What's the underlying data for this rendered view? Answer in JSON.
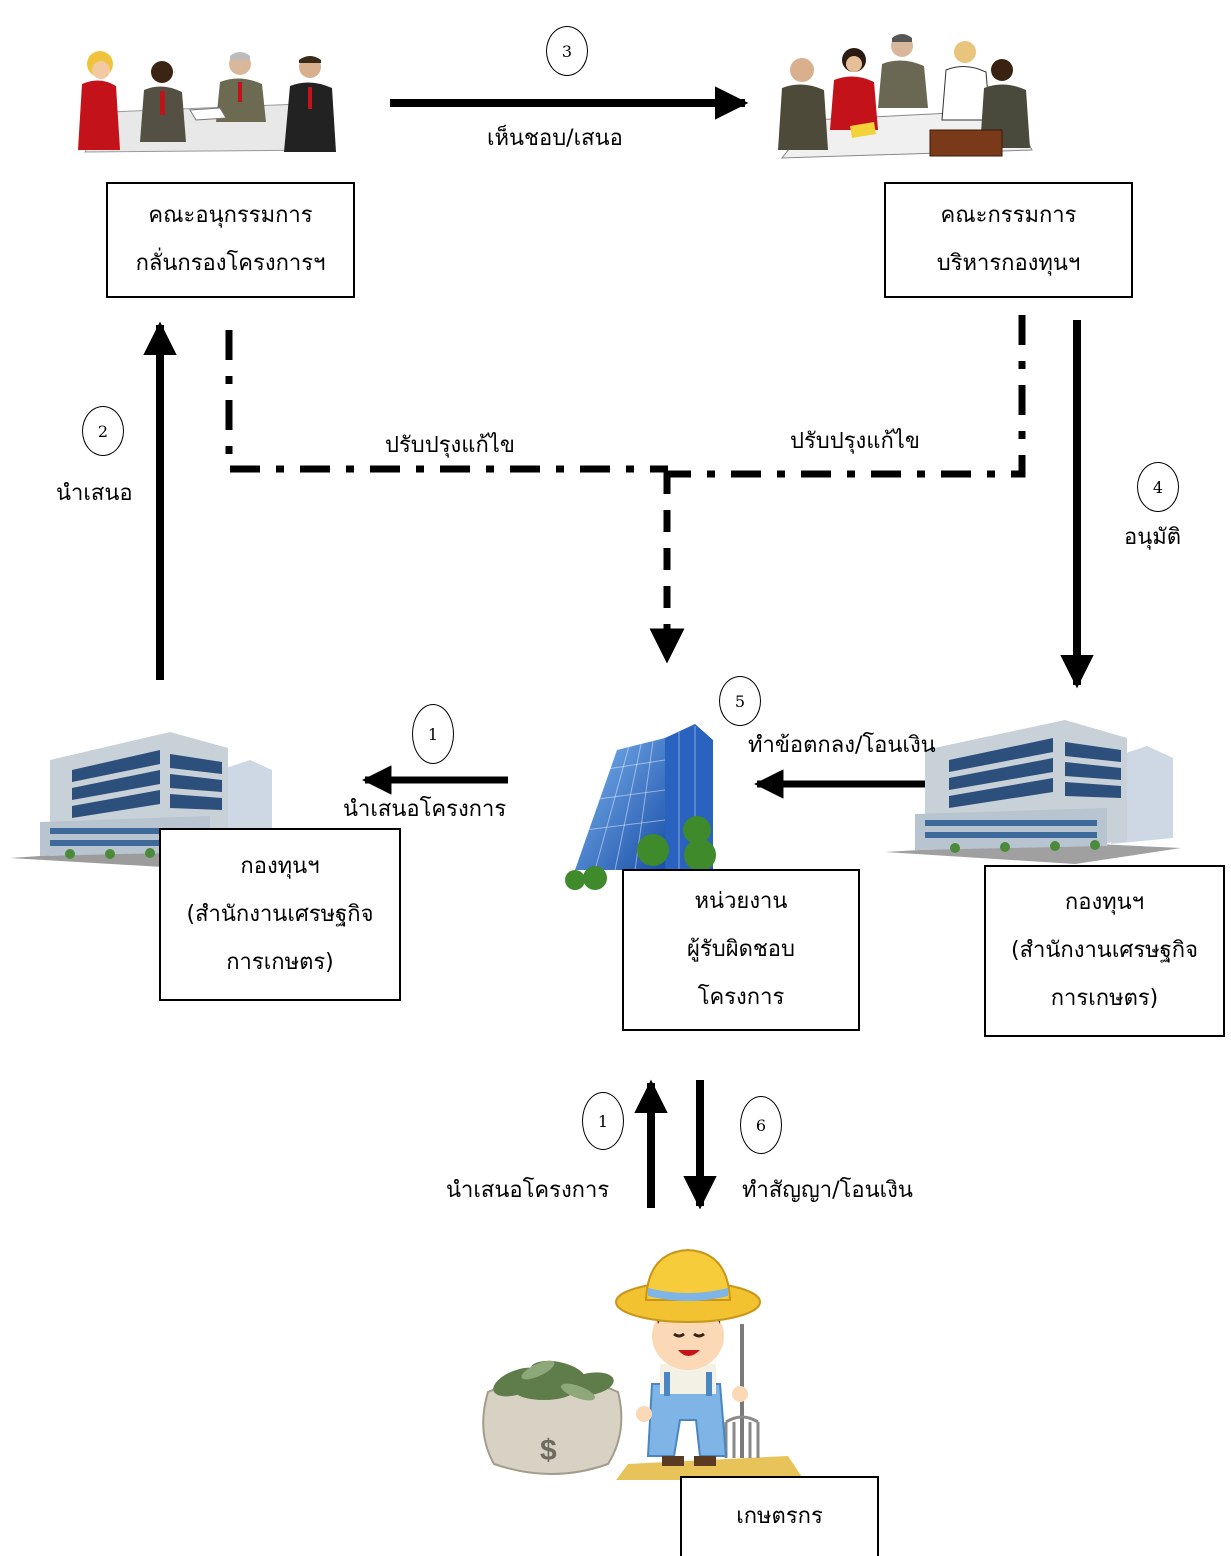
{
  "boxes": {
    "subcommittee": [
      "คณะอนุกรรมการ",
      "กลั่นกรองโครงการฯ"
    ],
    "committee": [
      "คณะกรรมการ",
      "บริหารกองทุนฯ"
    ],
    "fund_left": [
      "กองทุนฯ",
      "(สำนักงานเศรษฐกิจ",
      "การเกษตร)"
    ],
    "agency": [
      "หน่วยงาน",
      "ผู้รับผิดชอบ",
      "โครงการ"
    ],
    "fund_right": [
      "กองทุนฯ",
      "(สำนักงานเศรษฐกิจ",
      "การเกษตร)"
    ],
    "farmer": [
      "เกษตรกร"
    ]
  },
  "labels": {
    "approve_propose": "เห็นชอบ/เสนอ",
    "present": "นำเสนอ",
    "revise_left": "ปรับปรุงแก้ไข",
    "revise_right": "ปรับปรุงแก้ไข",
    "approve": "อนุมัติ",
    "propose_project_top": "นำเสนอโครงการ",
    "agreement_transfer": "ทำข้อตกลง/โอนเงิน",
    "propose_project_bottom": "นำเสนอโครงการ",
    "contract_transfer": "ทำสัญญา/โอนเงิน"
  },
  "steps": {
    "s3": "3",
    "s2": "2",
    "s4": "4",
    "s5": "5",
    "s1_top": "1",
    "s1_bottom": "1",
    "s6": "6"
  },
  "icons": {
    "meeting_left": "business-meeting-icon",
    "meeting_right": "business-meeting-icon",
    "building_left": "office-building-icon",
    "building_agency": "glass-office-tower-icon",
    "building_right": "office-building-icon",
    "farmer": "farmer-icon",
    "money_bag": "money-bag-icon"
  }
}
